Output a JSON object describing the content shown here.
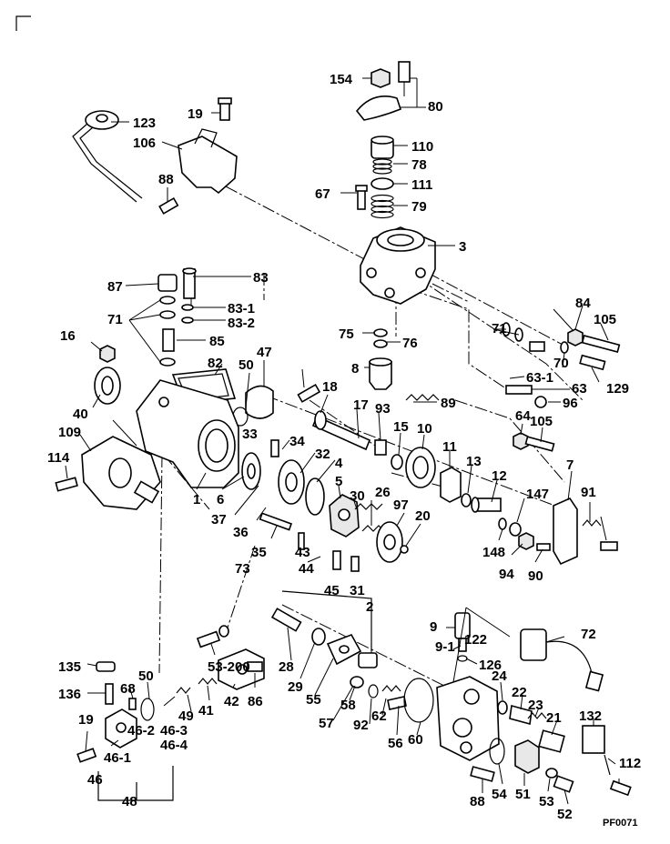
{
  "diagram_code": "PF0071",
  "labels": [
    "154",
    "80",
    "123",
    "19",
    "106",
    "110",
    "78",
    "88",
    "67",
    "111",
    "79",
    "3",
    "87",
    "83",
    "71",
    "83-1",
    "83-2",
    "85",
    "16",
    "82",
    "47",
    "50",
    "40",
    "33",
    "109",
    "114",
    "1",
    "6",
    "34",
    "32",
    "4",
    "5",
    "17",
    "93",
    "89",
    "15",
    "10",
    "11",
    "13",
    "12",
    "7",
    "18",
    "8",
    "75",
    "76",
    "71",
    "70",
    "84",
    "105",
    "129",
    "63-1",
    "63",
    "96",
    "64",
    "105",
    "2",
    "9",
    "9-1",
    "122",
    "126",
    "72",
    "24",
    "22",
    "23",
    "21",
    "132",
    "112",
    "28",
    "29",
    "55",
    "58",
    "92",
    "57",
    "62",
    "56",
    "60",
    "88",
    "54",
    "51",
    "53",
    "52",
    "135",
    "136",
    "68",
    "50",
    "19",
    "46-2",
    "46-1",
    "46-3",
    "46-4",
    "46",
    "48",
    "49",
    "41",
    "42",
    "86",
    "53-200",
    "73",
    "35",
    "37",
    "36",
    "43",
    "44",
    "45",
    "31",
    "30",
    "26",
    "97",
    "20",
    "147",
    "148",
    "94",
    "90",
    "91"
  ]
}
